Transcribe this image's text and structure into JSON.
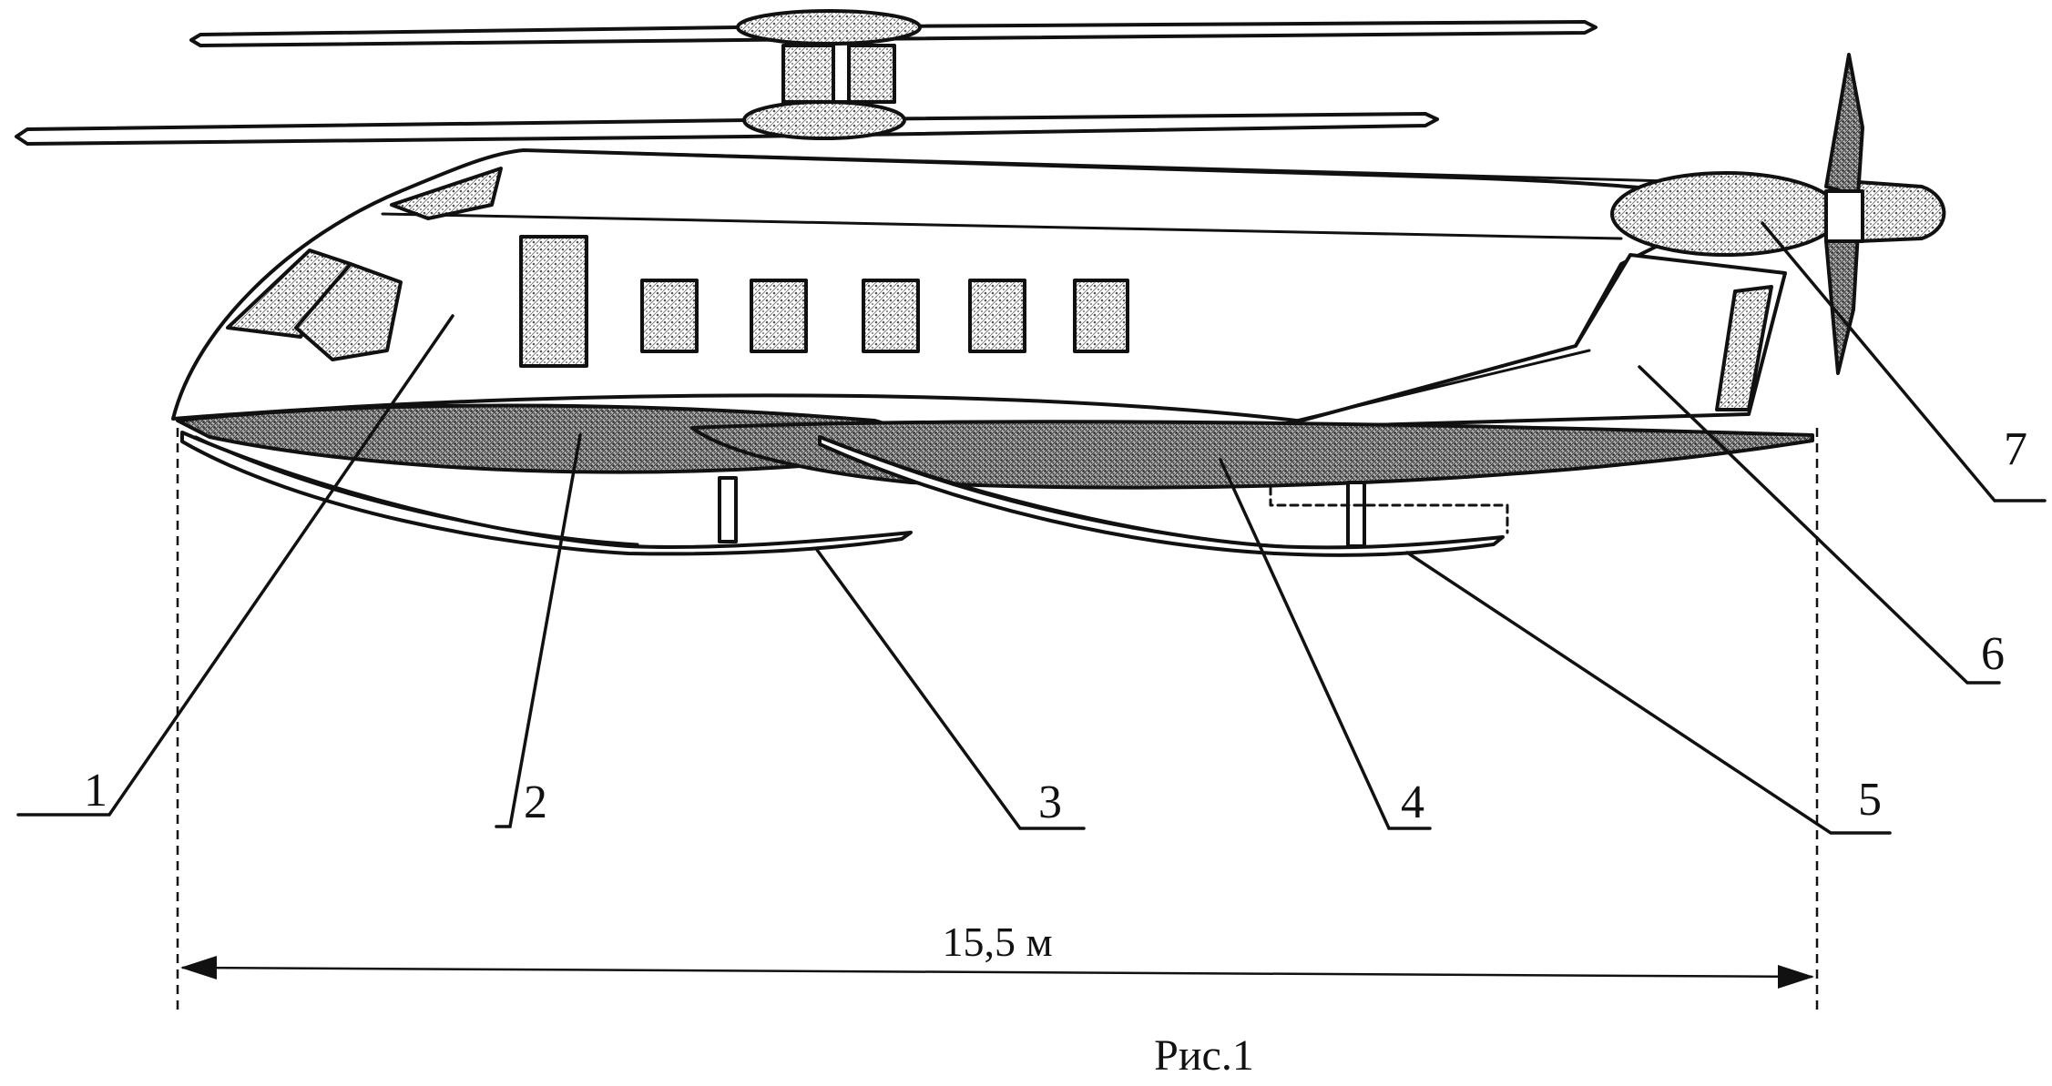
{
  "figure": {
    "caption": "Рис.1",
    "dimension_label": "15,5 м"
  },
  "callouts": [
    {
      "number": "1",
      "part": "fuselage"
    },
    {
      "number": "2",
      "part": "forward-wing"
    },
    {
      "number": "3",
      "part": "forward-float"
    },
    {
      "number": "4",
      "part": "rear-wing"
    },
    {
      "number": "5",
      "part": "rear-float"
    },
    {
      "number": "6",
      "part": "tail-fin"
    },
    {
      "number": "7",
      "part": "pusher-propeller"
    }
  ]
}
